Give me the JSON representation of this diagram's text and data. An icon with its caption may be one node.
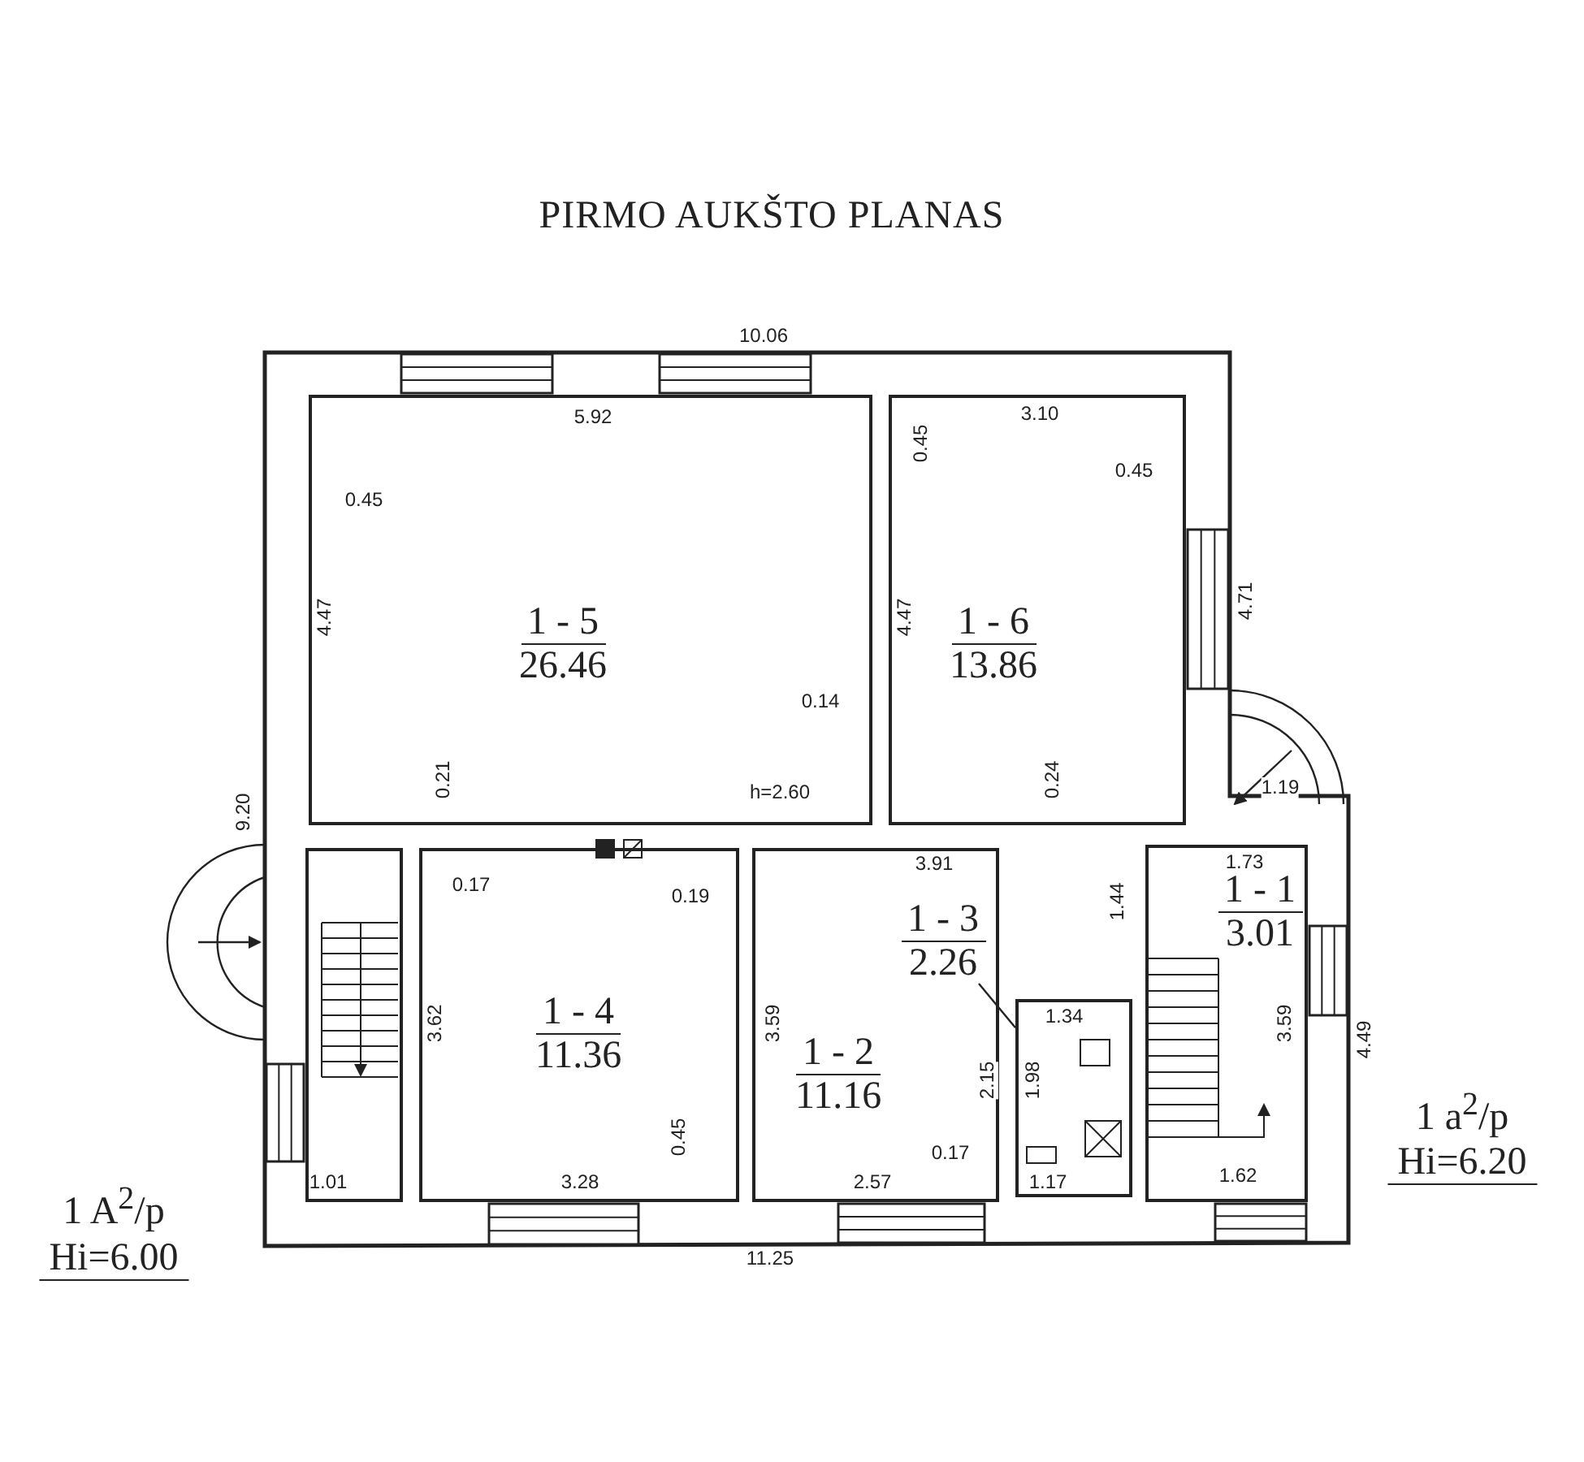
{
  "diagram": {
    "title": "PIRMO AUKŠTO PLANAS",
    "nodes": [
      {
        "text": [
          "1 - 5",
          "26.46"
        ]
      },
      {
        "text": [
          "1 - 6",
          "13.86"
        ]
      },
      {
        "text": [],
        "shape": "box"
      },
      {
        "text": [
          "1 - 4",
          "11.36"
        ]
      },
      {
        "text": [
          "1 - 2",
          "11.16"
        ]
      },
      {
        "text": [
          "1 - 3",
          "2.26"
        ],
        "in": 4
      },
      {
        "text": [],
        "shape": "box"
      },
      {
        "text": [
          "1 - 1",
          "3.01"
        ]
      }
    ],
    "edges": [
      {
        "from": 5,
        "to": 6,
        "arrow": "none"
      }
    ],
    "labels": [
      "10.06",
      "5.92",
      "3.10",
      "0.45",
      "0.45",
      "0.45",
      "4.47",
      "4.47",
      "4.71",
      "0.14",
      "9.20",
      "0.21",
      "h=2.60",
      "0.24",
      "1.19",
      "3.91",
      "0.17",
      "0.19",
      "1.73",
      "1.44",
      "3.62",
      "3.59",
      "3.59",
      "4.49",
      "1.34",
      "2.15",
      "1.98",
      "0.45",
      "0.17",
      "1.01",
      "3.28",
      "2.57",
      "1.17",
      "1.62",
      "11.25",
      "1 A$^{2}$/p",
      "Hi=6.00",
      "1 a$^{2}$/p",
      "Hi=6.20"
    ]
  }
}
